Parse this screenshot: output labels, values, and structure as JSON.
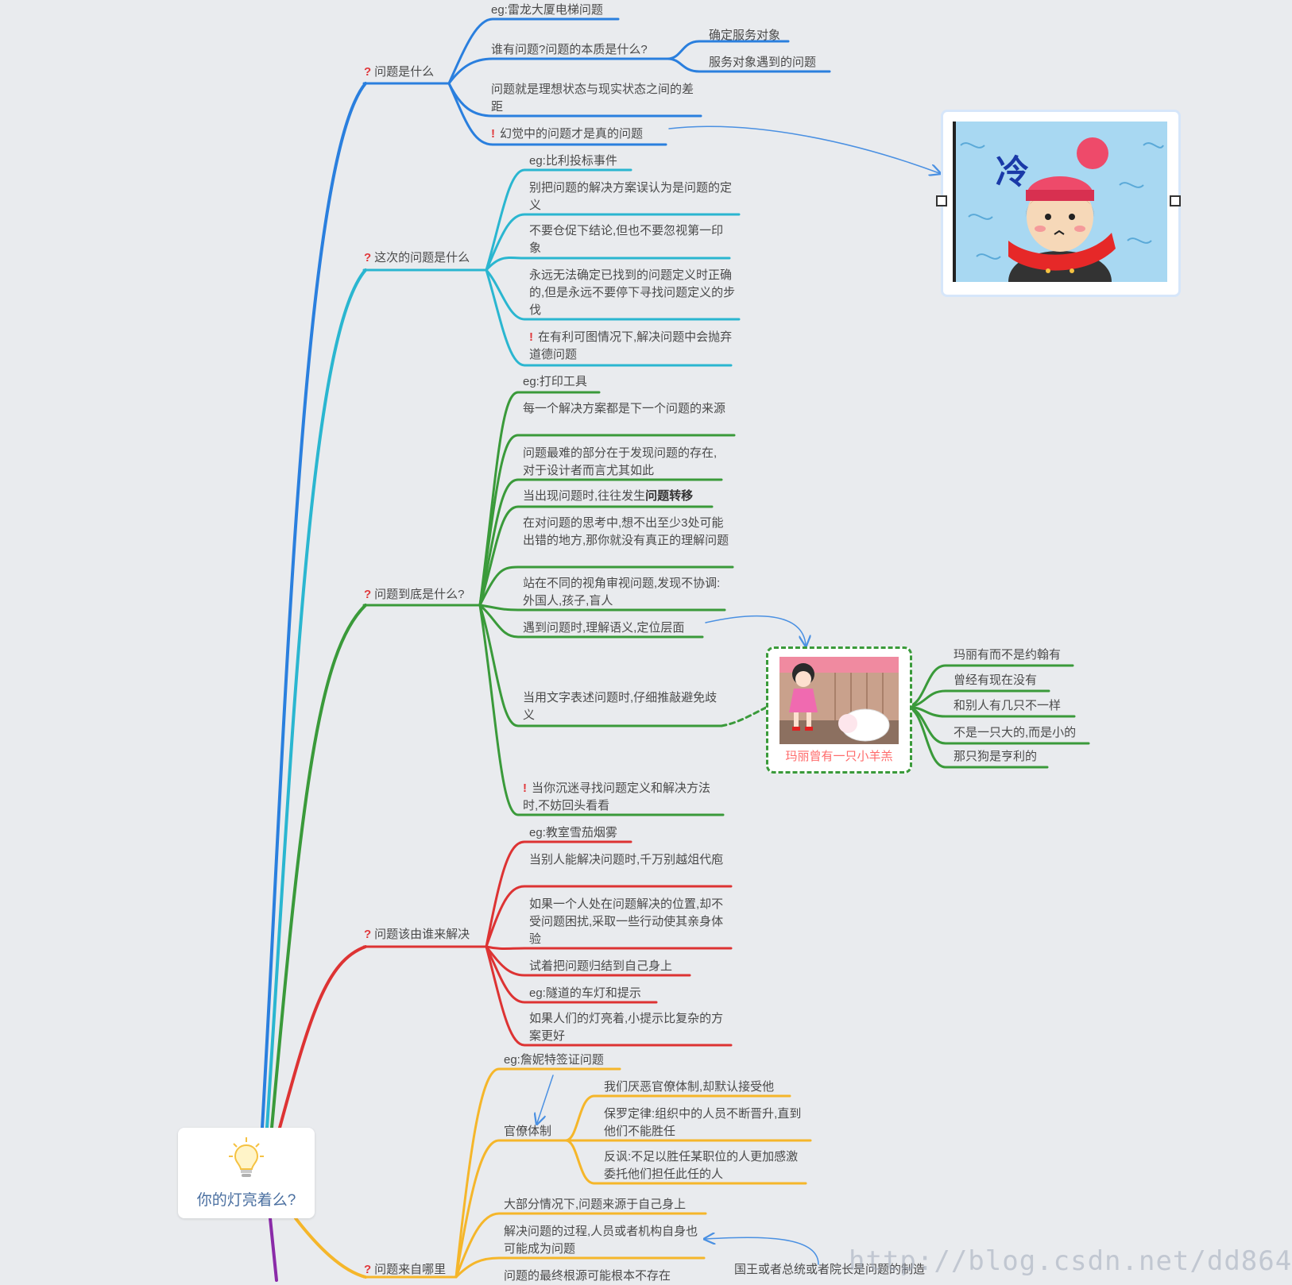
{
  "root": {
    "title": "你的灯亮着么?"
  },
  "colors": {
    "blue": "#2a7fde",
    "cyan": "#2ab6d0",
    "green": "#3a9a3a",
    "red": "#dd3333",
    "orange": "#f5b62a",
    "purple": "#8a2aa8",
    "question_mark": "#e0383b"
  },
  "branches": {
    "b1": {
      "title": "问题是什么",
      "c1": "eg:雷龙大厦电梯问题",
      "c2": "谁有问题?问题的本质是什么?",
      "c2a": "确定服务对象",
      "c2b": "服务对象遇到的问题",
      "c3": "问题就是理想状态与现实状态之间的差距",
      "c4": "幻觉中的问题才是真的问题"
    },
    "b2": {
      "title": "这次的问题是什么",
      "c1": "eg:比利投标事件",
      "c2": "别把问题的解决方案误认为是问题的定义",
      "c3": "不要仓促下结论,但也不要忽视第一印象",
      "c4": "永远无法确定已找到的问题定义时正确的,但是永远不要停下寻找问题定义的步伐",
      "c5": "在有利可图情况下,解决问题中会抛弃道德问题"
    },
    "b3": {
      "title": "问题到底是什么?",
      "c1": "eg:打印工具",
      "c2": "每一个解决方案都是下一个问题的来源",
      "c3": "问题最难的部分在于发现问题的存在,对于设计者而言尤其如此",
      "c4a": "当出现问题时,往往发生",
      "c4b": "问题转移",
      "c5": "在对问题的思考中,想不出至少3处可能出错的地方,那你就没有真正的理解问题",
      "c6": "站在不同的视角审视问题,发现不协调:外国人,孩子,盲人",
      "c7": "遇到问题时,理解语义,定位层面",
      "c8": "当用文字表述问题时,仔细推敲避免歧义",
      "c9": "当你沉迷寻找问题定义和解决方法时,不妨回头看看",
      "image_caption": "玛丽曾有一只小羊羔",
      "m1": "玛丽有而不是约翰有",
      "m2": "曾经有现在没有",
      "m3": "和别人有几只不一样",
      "m4": "不是一只大的,而是小的",
      "m5": "那只狗是亨利的"
    },
    "b4": {
      "title": "问题该由谁来解决",
      "c1": "eg:教室雪茄烟雾",
      "c2": "当别人能解决问题时,千万别越俎代庖",
      "c3": "如果一个人处在问题解决的位置,却不受问题困扰,采取一些行动使其亲身体验",
      "c4": "试着把问题归结到自己身上",
      "c5": "eg:隧道的车灯和提示",
      "c6": "如果人们的灯亮着,小提示比复杂的方案更好"
    },
    "b5": {
      "title": "问题来自哪里",
      "c1": "eg:詹妮特签证问题",
      "c2": "官僚体制",
      "c2a": "我们厌恶官僚体制,却默认接受他",
      "c2b": "保罗定律:组织中的人员不断晋升,直到他们不能胜任",
      "c2c": "反讽:不足以胜任某职位的人更加感激委托他们担任此任的人",
      "c3": "大部分情况下,问题来源于自己身上",
      "c4": "解决问题的过程,人员或者机构自身也可能成为问题",
      "c5": "问题的最终根源可能根本不存在",
      "c6": "国王或者总统或者院长是问题的制造"
    }
  },
  "image1": {
    "glyph": "冷"
  },
  "watermark": "http://blog.csdn.net/dd864"
}
